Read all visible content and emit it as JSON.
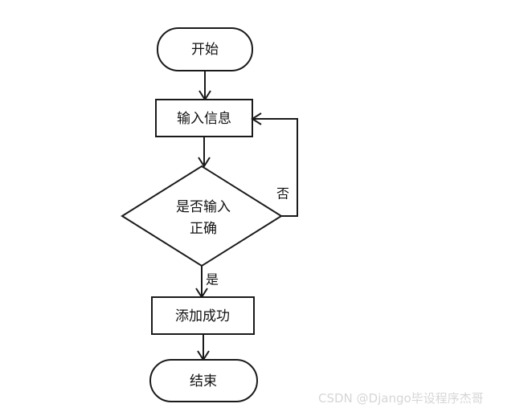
{
  "flowchart": {
    "nodes": {
      "start": "开始",
      "input": "输入信息",
      "decision_line1": "是否输入",
      "decision_line2": "正确",
      "success": "添加成功",
      "end": "结束"
    },
    "edges": {
      "no_label": "否",
      "yes_label": "是"
    }
  },
  "watermark": "CSDN @Django毕设程序杰哥"
}
